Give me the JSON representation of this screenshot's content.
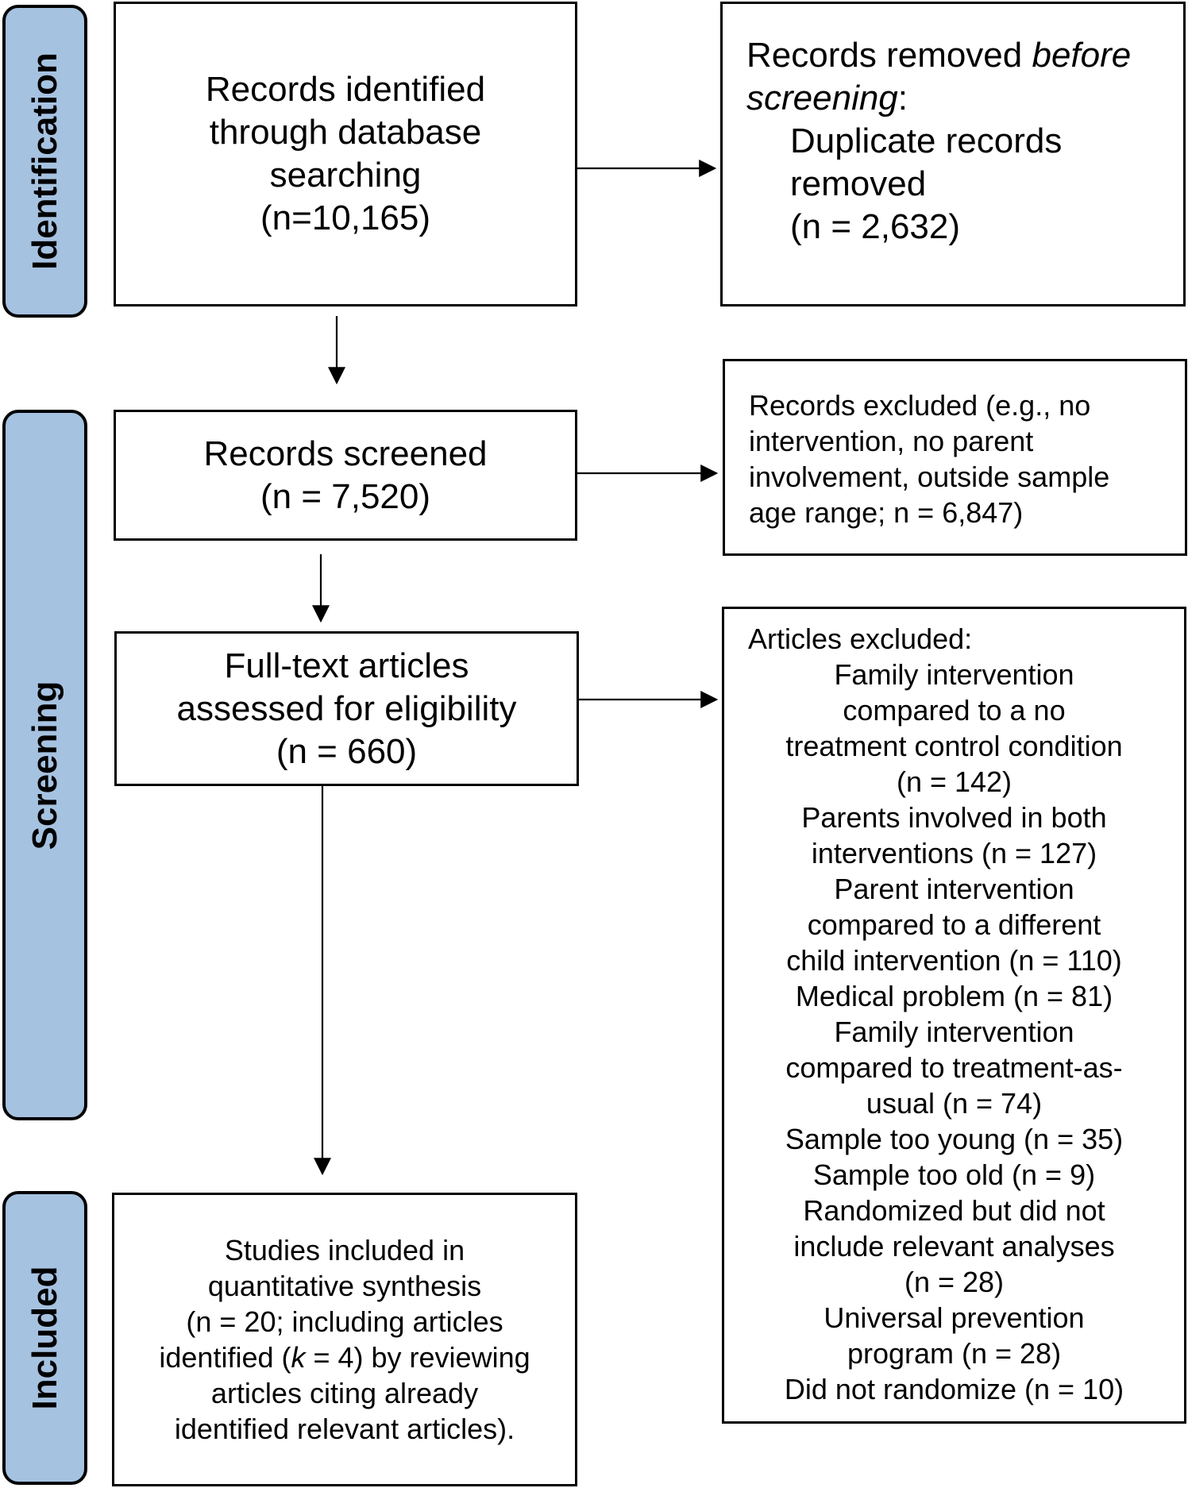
{
  "phases": {
    "identification": "Identification",
    "screening": "Screening",
    "included": "Included"
  },
  "records_identified": {
    "lines": [
      "Records identified",
      "through database",
      "searching",
      "(n=10,165)"
    ]
  },
  "records_removed": {
    "title_prefix": "Records removed ",
    "title_italic": "before",
    "title_line2_italic": "screening",
    "title_line2_suffix": ":",
    "lines": [
      "Duplicate records",
      "removed",
      "(n = 2,632)"
    ]
  },
  "records_screened": {
    "lines": [
      "Records screened",
      "(n = 7,520)"
    ]
  },
  "records_excluded": {
    "lines": [
      "Records excluded (e.g., no",
      "intervention, no parent",
      "involvement, outside sample",
      "age range; n = 6,847)"
    ]
  },
  "fulltext_assessed": {
    "lines": [
      "Full-text articles",
      "assessed for eligibility",
      "(n = 660)"
    ]
  },
  "articles_excluded": {
    "title": "Articles excluded:",
    "lines": [
      "Family intervention",
      "compared to a no",
      "treatment control condition",
      "(n = 142)",
      "Parents involved in both",
      "interventions (n = 127)",
      "Parent intervention",
      "compared to a different",
      "child intervention (n = 110)",
      "Medical problem (n = 81)",
      "Family intervention",
      "compared to treatment-as-",
      "usual (n = 74)",
      "Sample too young (n = 35)",
      "Sample too old (n = 9)",
      "Randomized but did not",
      "include relevant analyses",
      "(n = 28)",
      "Universal prevention",
      "program (n = 28)",
      "Did not randomize (n = 10)"
    ]
  },
  "studies_included": {
    "line1": "Studies included in",
    "line2": "quantitative synthesis",
    "line3": "(n = 20; including articles",
    "line4_prefix": "identified (",
    "line4_italic": "k",
    "line4_suffix": " = 4) by reviewing",
    "line5": "articles citing already",
    "line6": "identified relevant articles)."
  },
  "colors": {
    "phase_fill": "#a6c2e1",
    "border": "#000000"
  }
}
